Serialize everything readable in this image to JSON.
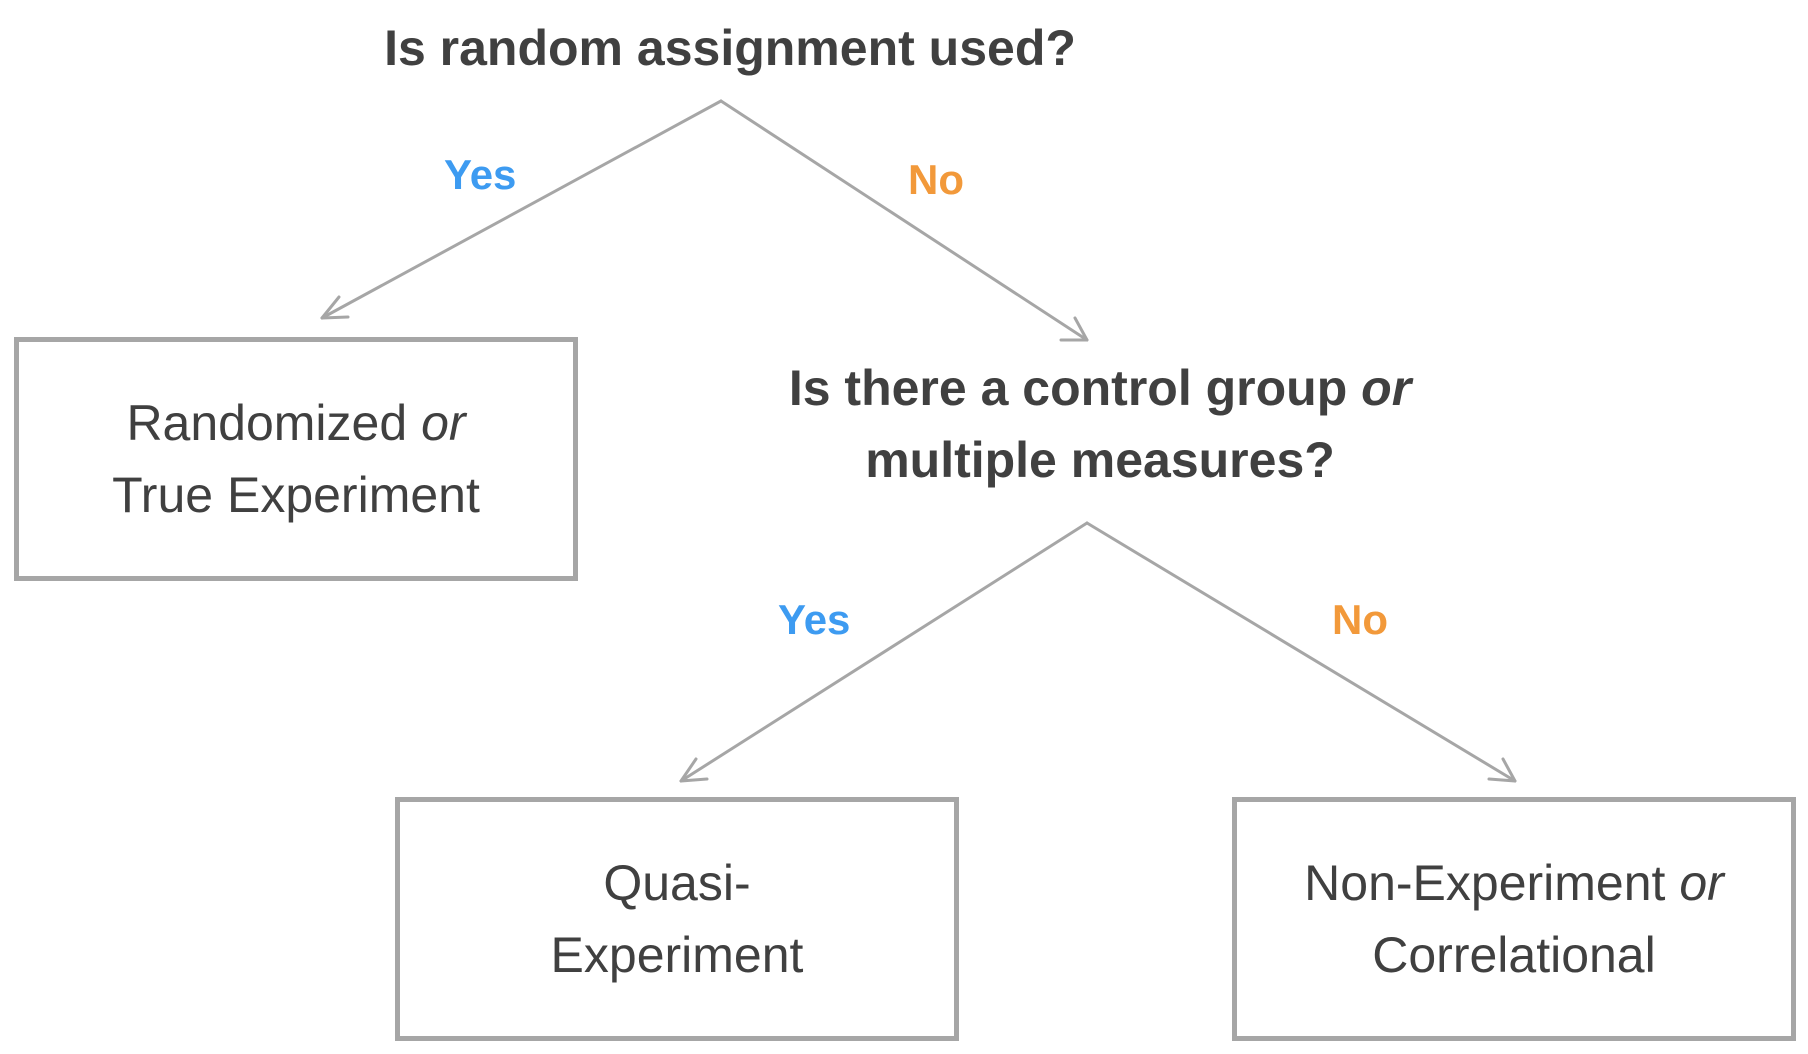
{
  "question_1": {
    "text": "Is random assignment used?"
  },
  "question_2": {
    "line_1": "Is there a control group",
    "line_1_italic": "or",
    "line_2": "multiple measures?"
  },
  "branches": {
    "q1_yes": "Yes",
    "q1_no": "No",
    "q2_yes": "Yes",
    "q2_no": "No"
  },
  "outcomes": {
    "randomized": {
      "line_1": "Randomized",
      "line_1_italic": "or",
      "line_2": "True Experiment"
    },
    "quasi": {
      "line_1": "Quasi-",
      "line_2": "Experiment"
    },
    "non_experiment": {
      "line_1": "Non-Experiment",
      "line_1_italic": "or",
      "line_2": "Correlational"
    }
  },
  "colors": {
    "text": "#404040",
    "yes": "#3d9bf1",
    "no": "#f2993a",
    "edge": "#a6a6a6",
    "box_border": "#a6a6a6"
  }
}
